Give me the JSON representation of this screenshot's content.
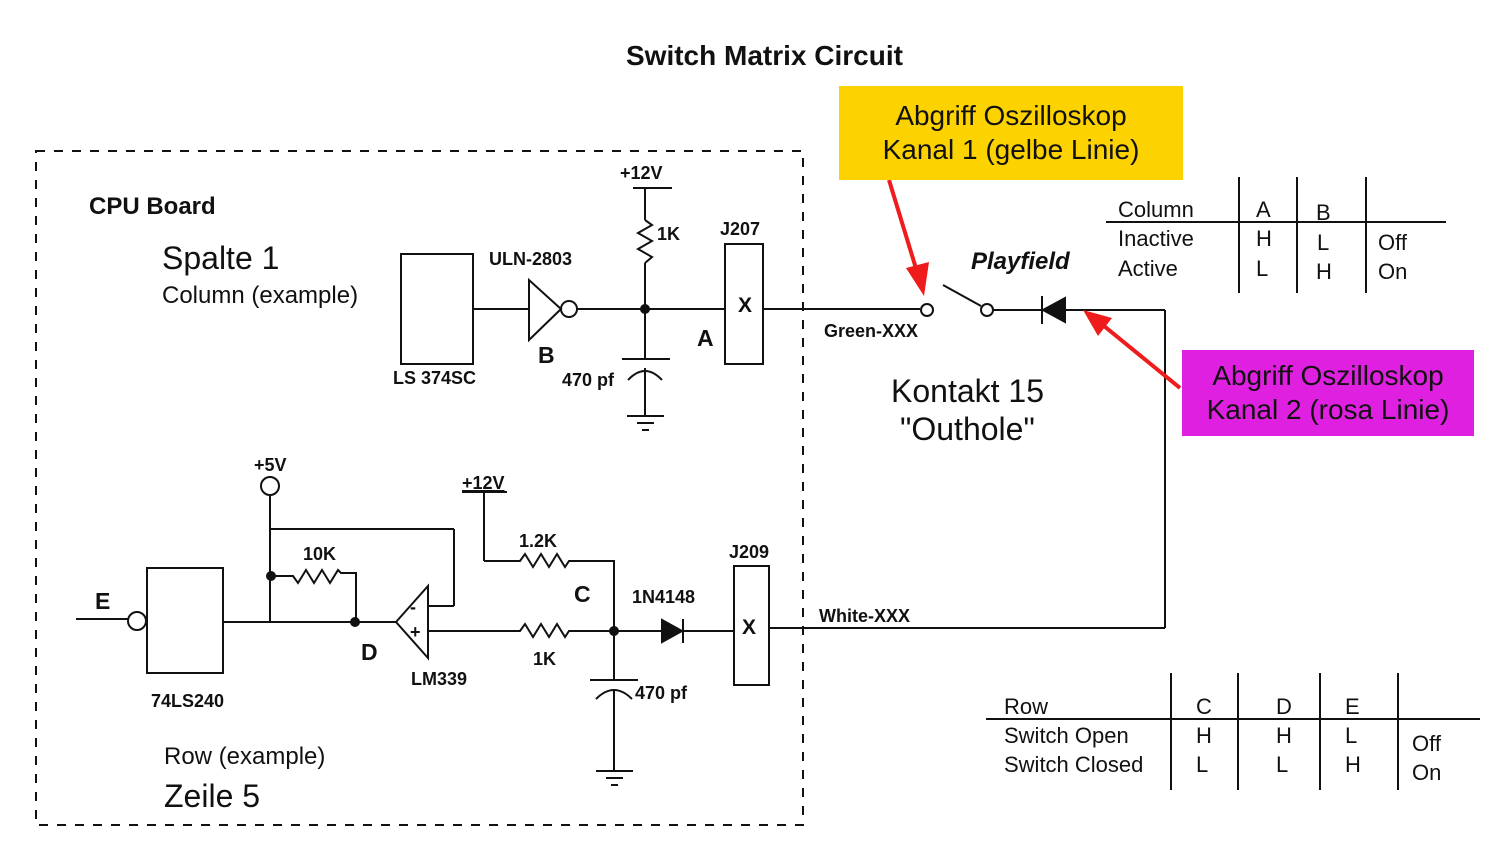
{
  "title": "Switch Matrix Circuit",
  "cpu_board": {
    "label": "CPU Board",
    "column_title": "Spalte 1",
    "column_subtitle": "Column (example)",
    "row_subtitle": "Row (example)",
    "row_title": "Zeile 5"
  },
  "column_circuit": {
    "chip": "LS 374SC",
    "driver": "ULN-2803",
    "supply": "+12V",
    "pullup": "1K",
    "capacitor": "470 pf",
    "connector": "J207",
    "connector_mark": "X",
    "node_a": "A",
    "node_b": "B",
    "wire": "Green-XXX"
  },
  "row_circuit": {
    "supply_5v": "+5V",
    "supply_12v": "+12V",
    "resistor_10k": "10K",
    "resistor_12k": "1.2K",
    "resistor_1k": "1K",
    "capacitor": "470 pf",
    "diode": "1N4148",
    "connector": "J209",
    "connector_mark": "X",
    "buffer": "74LS240",
    "comparator": "LM339",
    "comp_minus": "-",
    "comp_plus": "+",
    "node_c": "C",
    "node_d": "D",
    "node_e": "E",
    "wire": "White-XXX"
  },
  "playfield": {
    "label": "Playfield",
    "contact_line1": "Kontakt 15",
    "contact_line2": "\"Outhole\""
  },
  "callouts": {
    "channel1": {
      "line1": "Abgriff Oszilloskop",
      "line2": "Kanal 1 (gelbe Linie)",
      "color": "#fcd200"
    },
    "channel2": {
      "line1": "Abgriff Oszilloskop",
      "line2": "Kanal 2 (rosa Linie)",
      "color": "#e020e0"
    },
    "arrow_color": "#ee1c1c"
  },
  "column_table": {
    "headers": [
      "Column",
      "A",
      "B",
      ""
    ],
    "rows": [
      [
        "Inactive",
        "H",
        "L",
        "Off"
      ],
      [
        "Active",
        "L",
        "H",
        "On"
      ]
    ]
  },
  "row_table": {
    "headers": [
      "Row",
      "C",
      "D",
      "E",
      ""
    ],
    "rows": [
      [
        "Switch Open",
        "H",
        "H",
        "L",
        "Off"
      ],
      [
        "Switch Closed",
        "L",
        "L",
        "H",
        "On"
      ]
    ]
  }
}
